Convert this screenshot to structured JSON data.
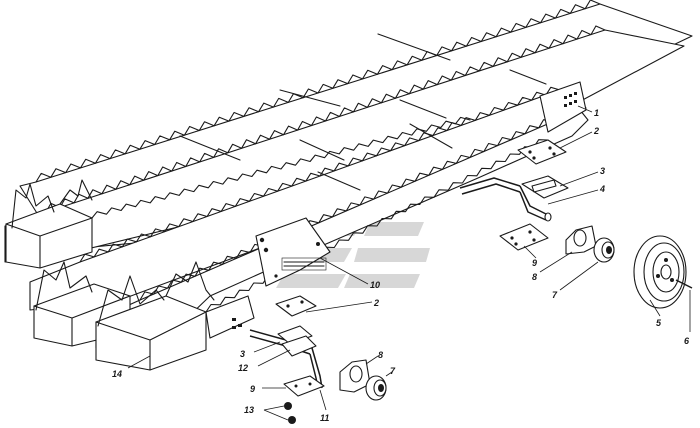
{
  "callouts": [
    {
      "id": "c1",
      "text": "1"
    },
    {
      "id": "c2a",
      "text": "2"
    },
    {
      "id": "c3a",
      "text": "3"
    },
    {
      "id": "c4",
      "text": "4"
    },
    {
      "id": "c9a",
      "text": "9"
    },
    {
      "id": "c8a",
      "text": "8"
    },
    {
      "id": "c7a",
      "text": "7"
    },
    {
      "id": "c5",
      "text": "5"
    },
    {
      "id": "c6",
      "text": "6"
    },
    {
      "id": "c10",
      "text": "10"
    },
    {
      "id": "c2b",
      "text": "2"
    },
    {
      "id": "c3b",
      "text": "3"
    },
    {
      "id": "c12",
      "text": "12"
    },
    {
      "id": "c14",
      "text": "14"
    },
    {
      "id": "c9b",
      "text": "9"
    },
    {
      "id": "c13",
      "text": "13"
    },
    {
      "id": "c11",
      "text": "11"
    },
    {
      "id": "c8b",
      "text": "8"
    },
    {
      "id": "c7b",
      "text": "7"
    }
  ],
  "colors": {
    "line": "#1a1a1a",
    "watermark": "#c9c9c9",
    "background": "#ffffff"
  }
}
